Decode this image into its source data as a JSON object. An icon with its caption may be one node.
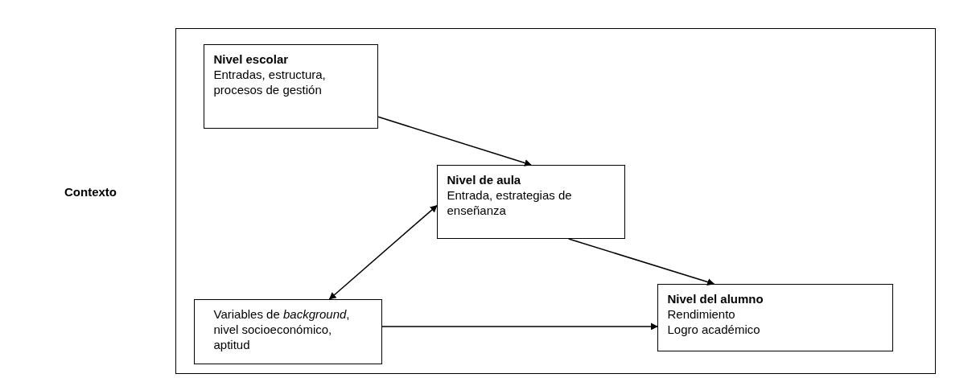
{
  "diagram": {
    "nodes": [
      {
        "text": [],
        "shape": "box"
      },
      {
        "text": [
          "Nivel escolar",
          "Entradas, estructura, procesos de gestión"
        ],
        "in": 0
      },
      {
        "text": [
          "Nivel de aula",
          "Entrada, estrategias de enseñanza"
        ],
        "in": 0
      },
      {
        "text": [
          "Variables de *background*, nivel socioeconómico, aptitud"
        ],
        "in": 0
      },
      {
        "text": [
          "Nivel del alumno",
          "Rendimiento",
          "Logro académico"
        ],
        "in": 0
      }
    ],
    "edges": [
      {
        "from": 1,
        "to": 2,
        "arrow": "to"
      },
      {
        "from": 3,
        "to": 2,
        "arrow": "both"
      },
      {
        "from": 2,
        "to": 4,
        "arrow": "to"
      },
      {
        "from": 3,
        "to": 4,
        "arrow": "to"
      }
    ],
    "labels": [
      "Contexto"
    ]
  }
}
